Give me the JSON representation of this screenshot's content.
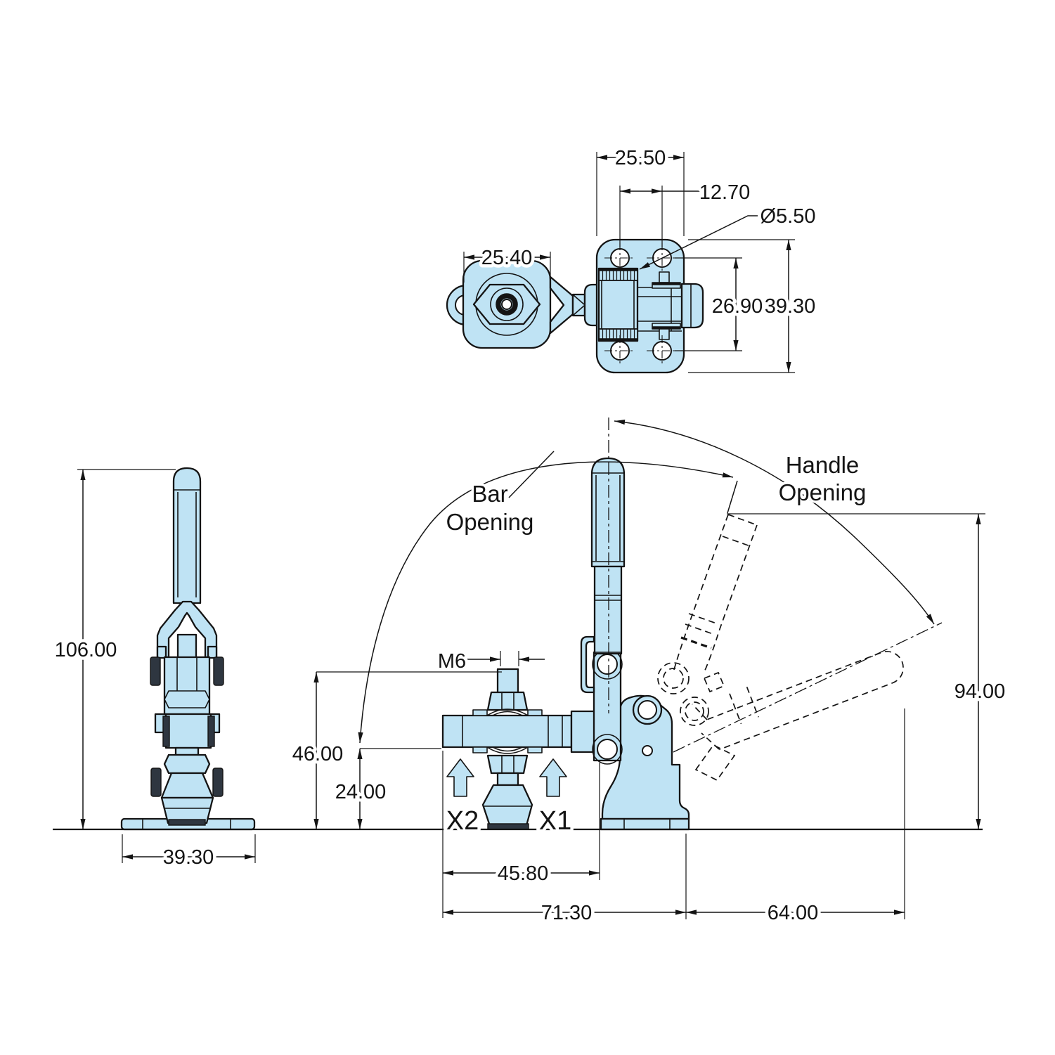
{
  "drawing": {
    "top_view": {
      "plate_width": "25.50",
      "hole_pitch": "12.70",
      "hole_diameter": "Ø5.50",
      "arm_washer_width": "25.40",
      "hole_row_spacing": "26.90",
      "plate_length": "39.30"
    },
    "side_view": {
      "overall_height": "106.00",
      "base_width": "39.30"
    },
    "front_view": {
      "spindle_thread": "M6",
      "spindle_height": "46.00",
      "bar_height": "24.00",
      "datum_x2": "X2",
      "datum_x1": "X1",
      "bar_length": "45.80",
      "overall_length": "71.30",
      "handle_reach": "64.00",
      "open_height": "94.00",
      "bar_opening": {
        "line1": "Bar",
        "line2": "Opening"
      },
      "handle_opening": {
        "line1": "Handle",
        "line2": "Opening"
      }
    }
  },
  "colors": {
    "part_fill": "#bfe3f4",
    "line": "#141414",
    "dark_fill": "#2e3640"
  }
}
